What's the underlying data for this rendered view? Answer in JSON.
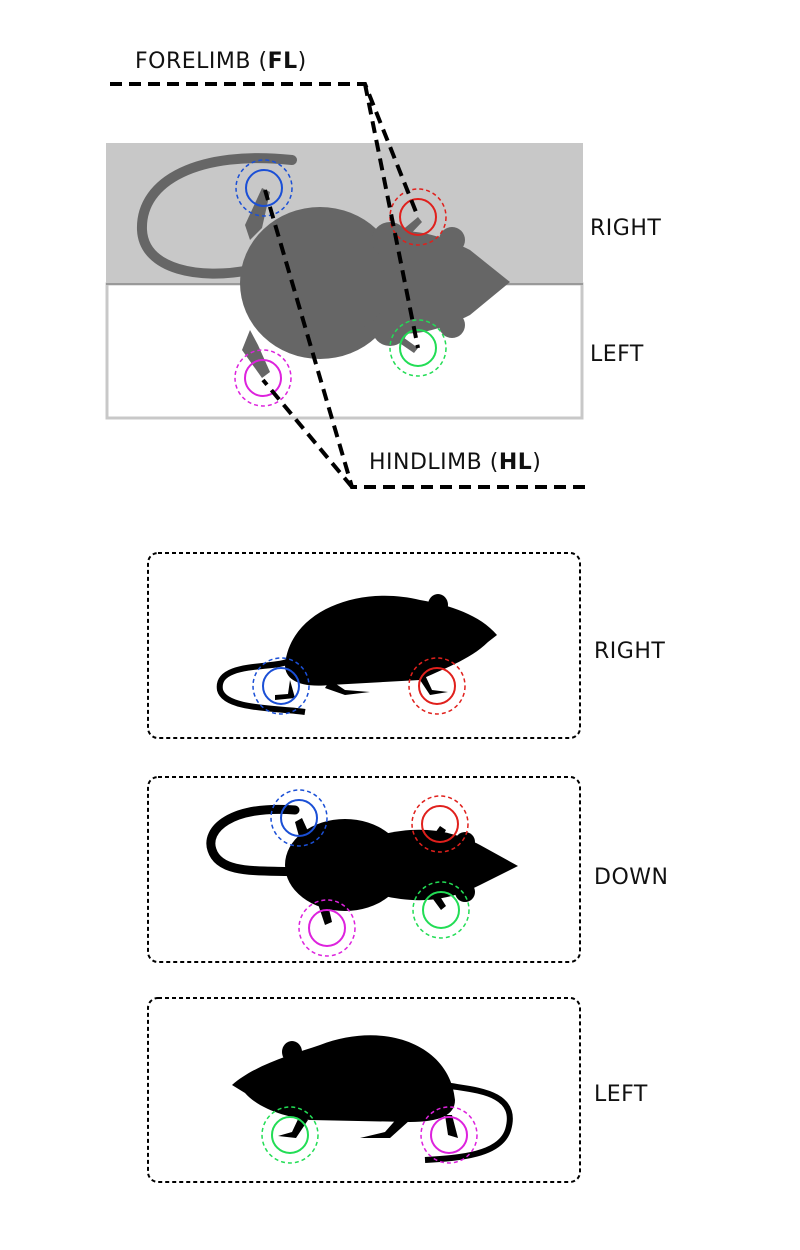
{
  "top_panel": {
    "forelimb_label": "FORELIMB (",
    "forelimb_abbr": "FL",
    "hindlimb_label": "HINDLIMB (",
    "hindlimb_abbr": "HL",
    "close_paren": ")",
    "right_label": "RIGHT",
    "left_label": "LEFT"
  },
  "views": [
    {
      "label": "RIGHT"
    },
    {
      "label": "DOWN"
    },
    {
      "label": "LEFT"
    }
  ],
  "colors": {
    "right_hindlimb": "#1a4fd6",
    "right_forelimb": "#e0201c",
    "left_forelimb": "#22dd55",
    "left_hindlimb": "#dd22dd",
    "mouse_top": "#666666",
    "panel_gray": "#c8c8c8"
  }
}
